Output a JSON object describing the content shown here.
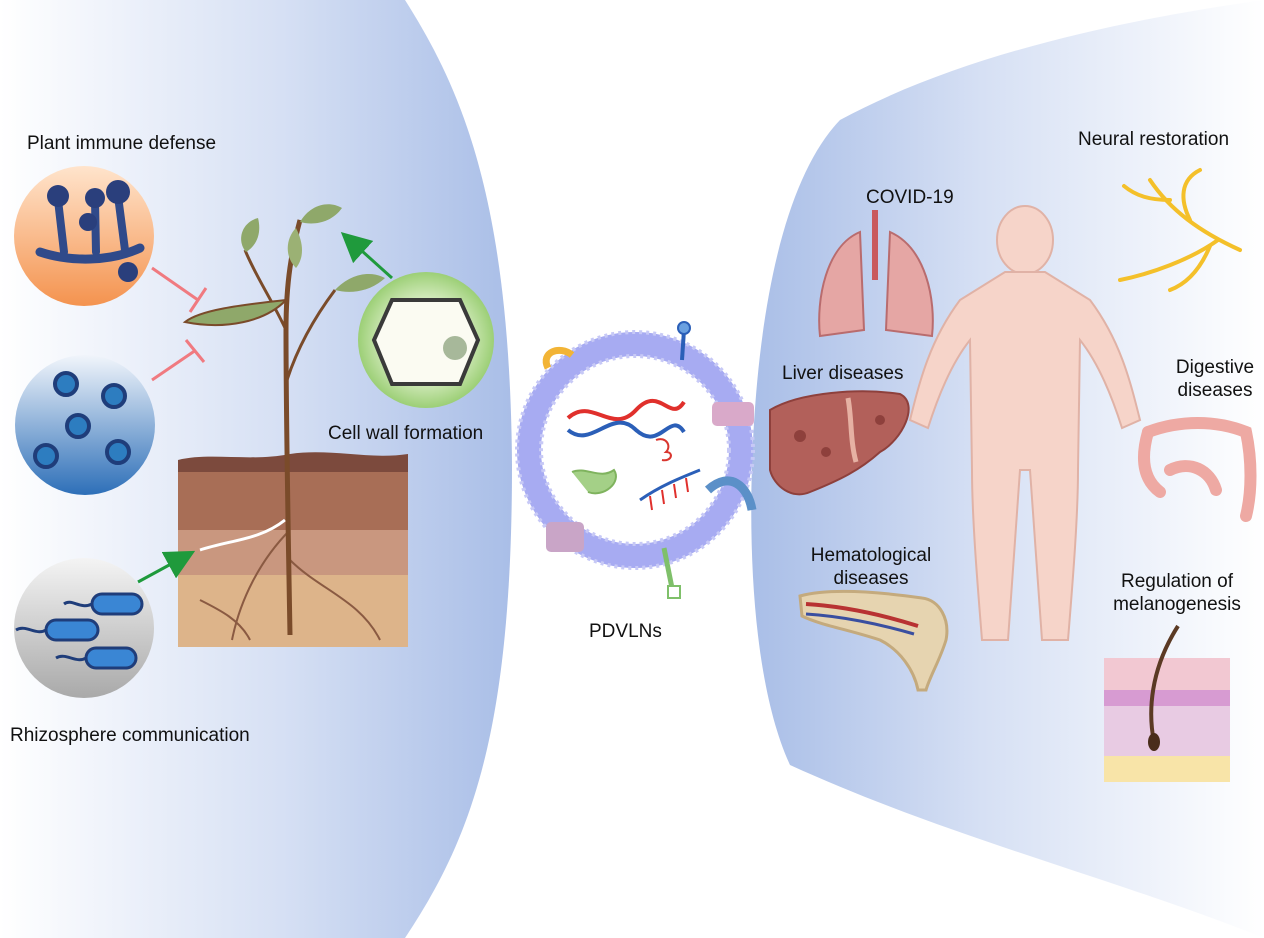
{
  "labels": {
    "plant_immune_defense": "Plant immune defense",
    "cell_wall_formation": "Cell wall formation",
    "rhizosphere_communication": "Rhizosphere communication",
    "pdvlns": "PDVLNs",
    "covid19": "COVID-19",
    "neural_restoration": "Neural restoration",
    "liver_diseases": "Liver diseases",
    "digestive_line1": "Digestive",
    "digestive_line2": "diseases",
    "hematological_line1": "Hematological",
    "hematological_line2": "diseases",
    "melanogenesis_line1": "Regulation of",
    "melanogenesis_line2": "melanogenesis"
  },
  "colors": {
    "panel_blue": "#aec2e8",
    "membrane": "#a7abf2",
    "inhibit_arrow": "#f07a80",
    "promote_arrow": "#1f9a3c"
  }
}
